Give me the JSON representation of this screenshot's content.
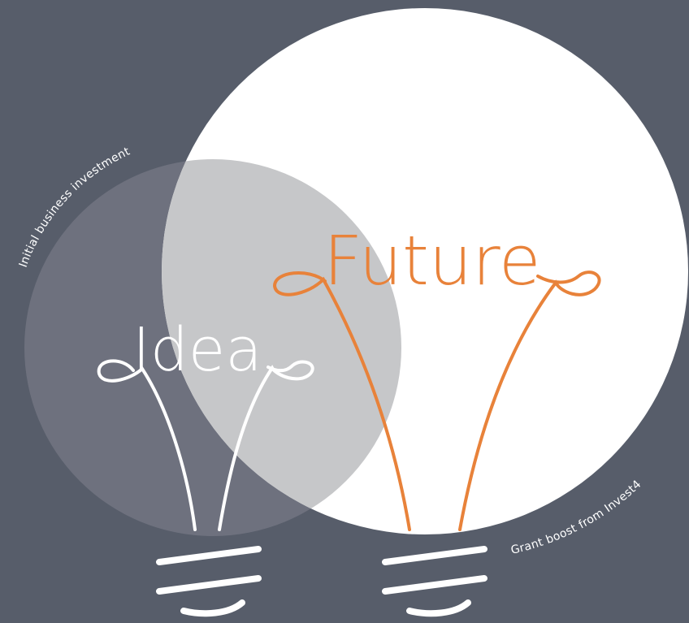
{
  "bulbs": {
    "small": {
      "word": "Idea",
      "arc_label": "Initial business investment",
      "color": "#ffffff"
    },
    "large": {
      "word": "Future",
      "arc_label": "Grant boost from Invest4",
      "color": "#e8823a"
    }
  },
  "colors": {
    "background": "#575d6a",
    "small_circle": "#6e717e",
    "large_circle": "#ffffff",
    "overlap": "#c6c7c9"
  }
}
